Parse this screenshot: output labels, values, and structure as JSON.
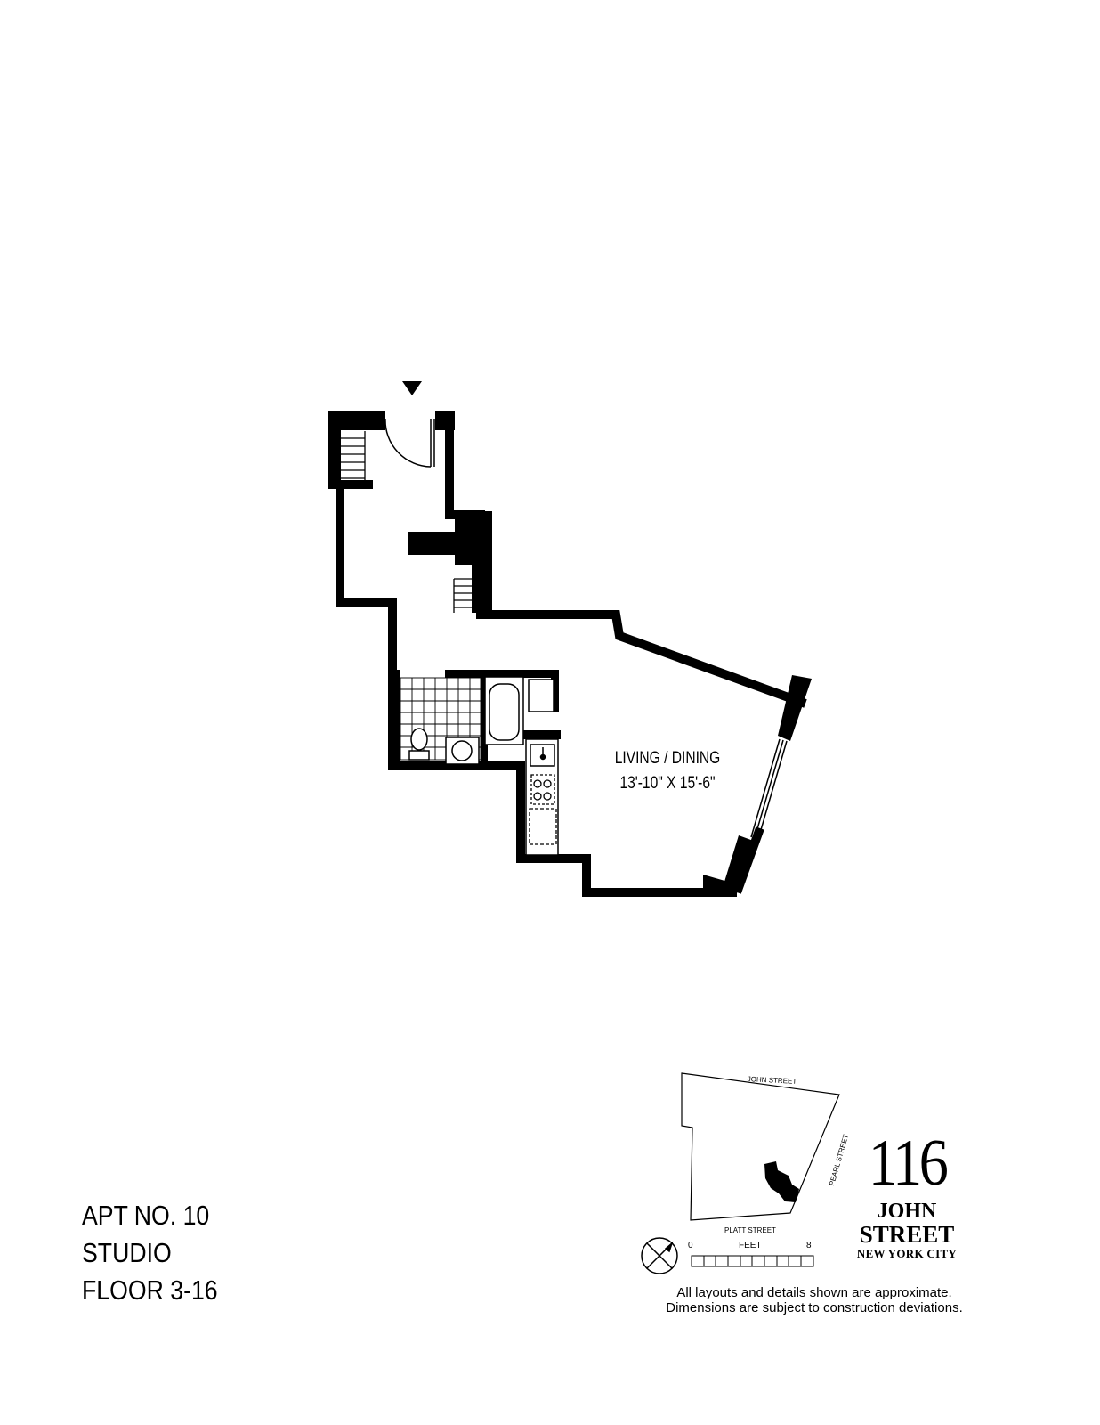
{
  "room": {
    "name": "LIVING / DINING",
    "dimensions": "13'-10\" X 15'-6\""
  },
  "apartment": {
    "number_line": "APT NO. 10",
    "type_line": "STUDIO",
    "floor_line": "FLOOR 3-16"
  },
  "site_map": {
    "street_north": "JOHN STREET",
    "street_east": "PEARL STREET",
    "street_south": "PLATT STREET",
    "scale_start": "0",
    "scale_unit": "FEET",
    "scale_end": "8",
    "compass_icon": "compass-icon"
  },
  "brand": {
    "number": "116",
    "line1": "JOHN",
    "line2": "STREET",
    "line3": "NEW YORK CITY"
  },
  "disclaimer": {
    "line1": "All layouts and details shown are approximate.",
    "line2": "Dimensions are subject to construction deviations."
  },
  "colors": {
    "ink": "#000000",
    "background": "#ffffff"
  }
}
